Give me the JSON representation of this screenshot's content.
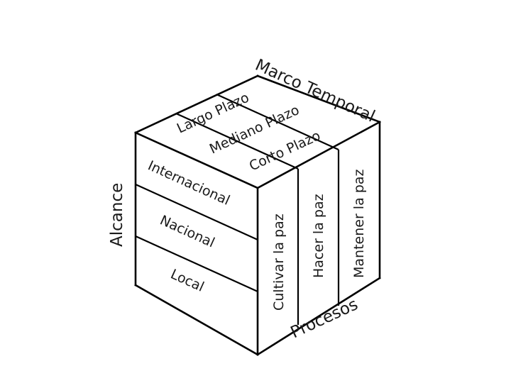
{
  "diagram": {
    "type": "3d-cube-framework",
    "background_color": "#ffffff",
    "line_color": "#000000",
    "text_color": "#1a1a1a"
  },
  "axes": {
    "left": {
      "name": "scope-axis",
      "label": "Alcance"
    },
    "top": {
      "name": "time-axis",
      "label": "Marco Temporal"
    },
    "right": {
      "name": "process-axis",
      "label": "Procesos"
    }
  },
  "front_face": {
    "axis": "Alcance",
    "bands": [
      {
        "label": "Internacional"
      },
      {
        "label": "Nacional"
      },
      {
        "label": "Local"
      }
    ]
  },
  "top_face": {
    "axis": "Marco Temporal",
    "bands": [
      {
        "label": "Largo Plazo"
      },
      {
        "label": "Mediano Plazo"
      },
      {
        "label": "Corto Plazo"
      }
    ]
  },
  "right_face": {
    "axis": "Procesos",
    "bands": [
      {
        "label": "Cultivar la paz"
      },
      {
        "label": "Hacer la paz"
      },
      {
        "label": "Mantener la paz"
      }
    ]
  }
}
